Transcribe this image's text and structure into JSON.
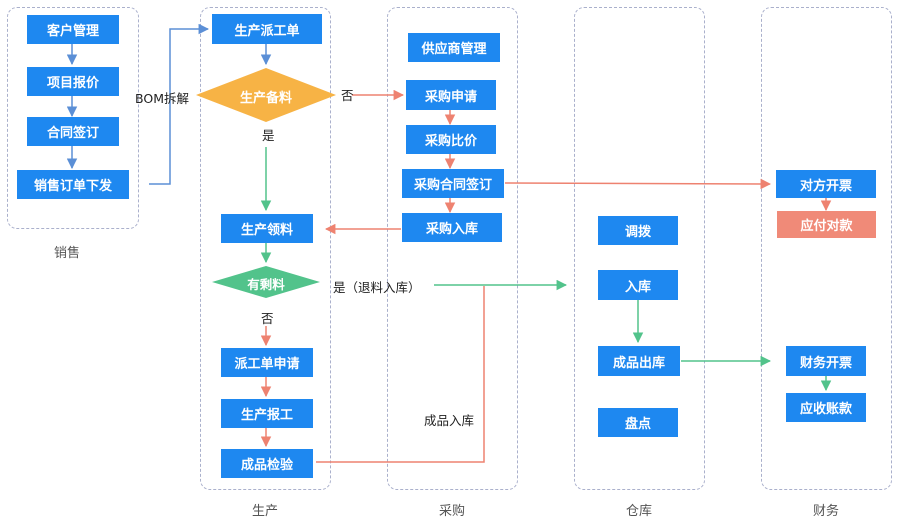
{
  "lanes": {
    "sales": "销售",
    "production": "生产",
    "purchasing": "采购",
    "warehouse": "仓库",
    "finance": "财务"
  },
  "sales": {
    "customer_mgmt": "客户管理",
    "project_quote": "项目报价",
    "contract_sign": "合同签订",
    "sales_order": "销售订单下发"
  },
  "production": {
    "dispatch_order": "生产派工单",
    "material_prep": "生产备料",
    "material_pick": "生产领料",
    "surplus": "有剩料",
    "dispatch_apply": "派工单申请",
    "report": "生产报工",
    "inspection": "成品检验"
  },
  "purchasing": {
    "supplier_mgmt": "供应商管理",
    "purchase_request": "采购申请",
    "price_compare": "采购比价",
    "contract": "采购合同签订",
    "inbound": "采购入库"
  },
  "warehouse": {
    "transfer": "调拨",
    "inbound": "入库",
    "outbound": "成品出库",
    "inventory": "盘点"
  },
  "finance": {
    "vendor_invoice": "对方开票",
    "payable": "应付对款",
    "invoicing": "财务开票",
    "receivable": "应收账款"
  },
  "labels": {
    "bom": "BOM拆解",
    "no_1": "否",
    "yes_1": "是",
    "yes_return": "是（退料入库）",
    "no_2": "否",
    "finished_inbound": "成品入库"
  },
  "colors": {
    "blue": "#1e88f0",
    "orange": "#f7b345",
    "green": "#52c38b",
    "salmon": "#f08a78",
    "lane_border": "#aab0cc"
  }
}
